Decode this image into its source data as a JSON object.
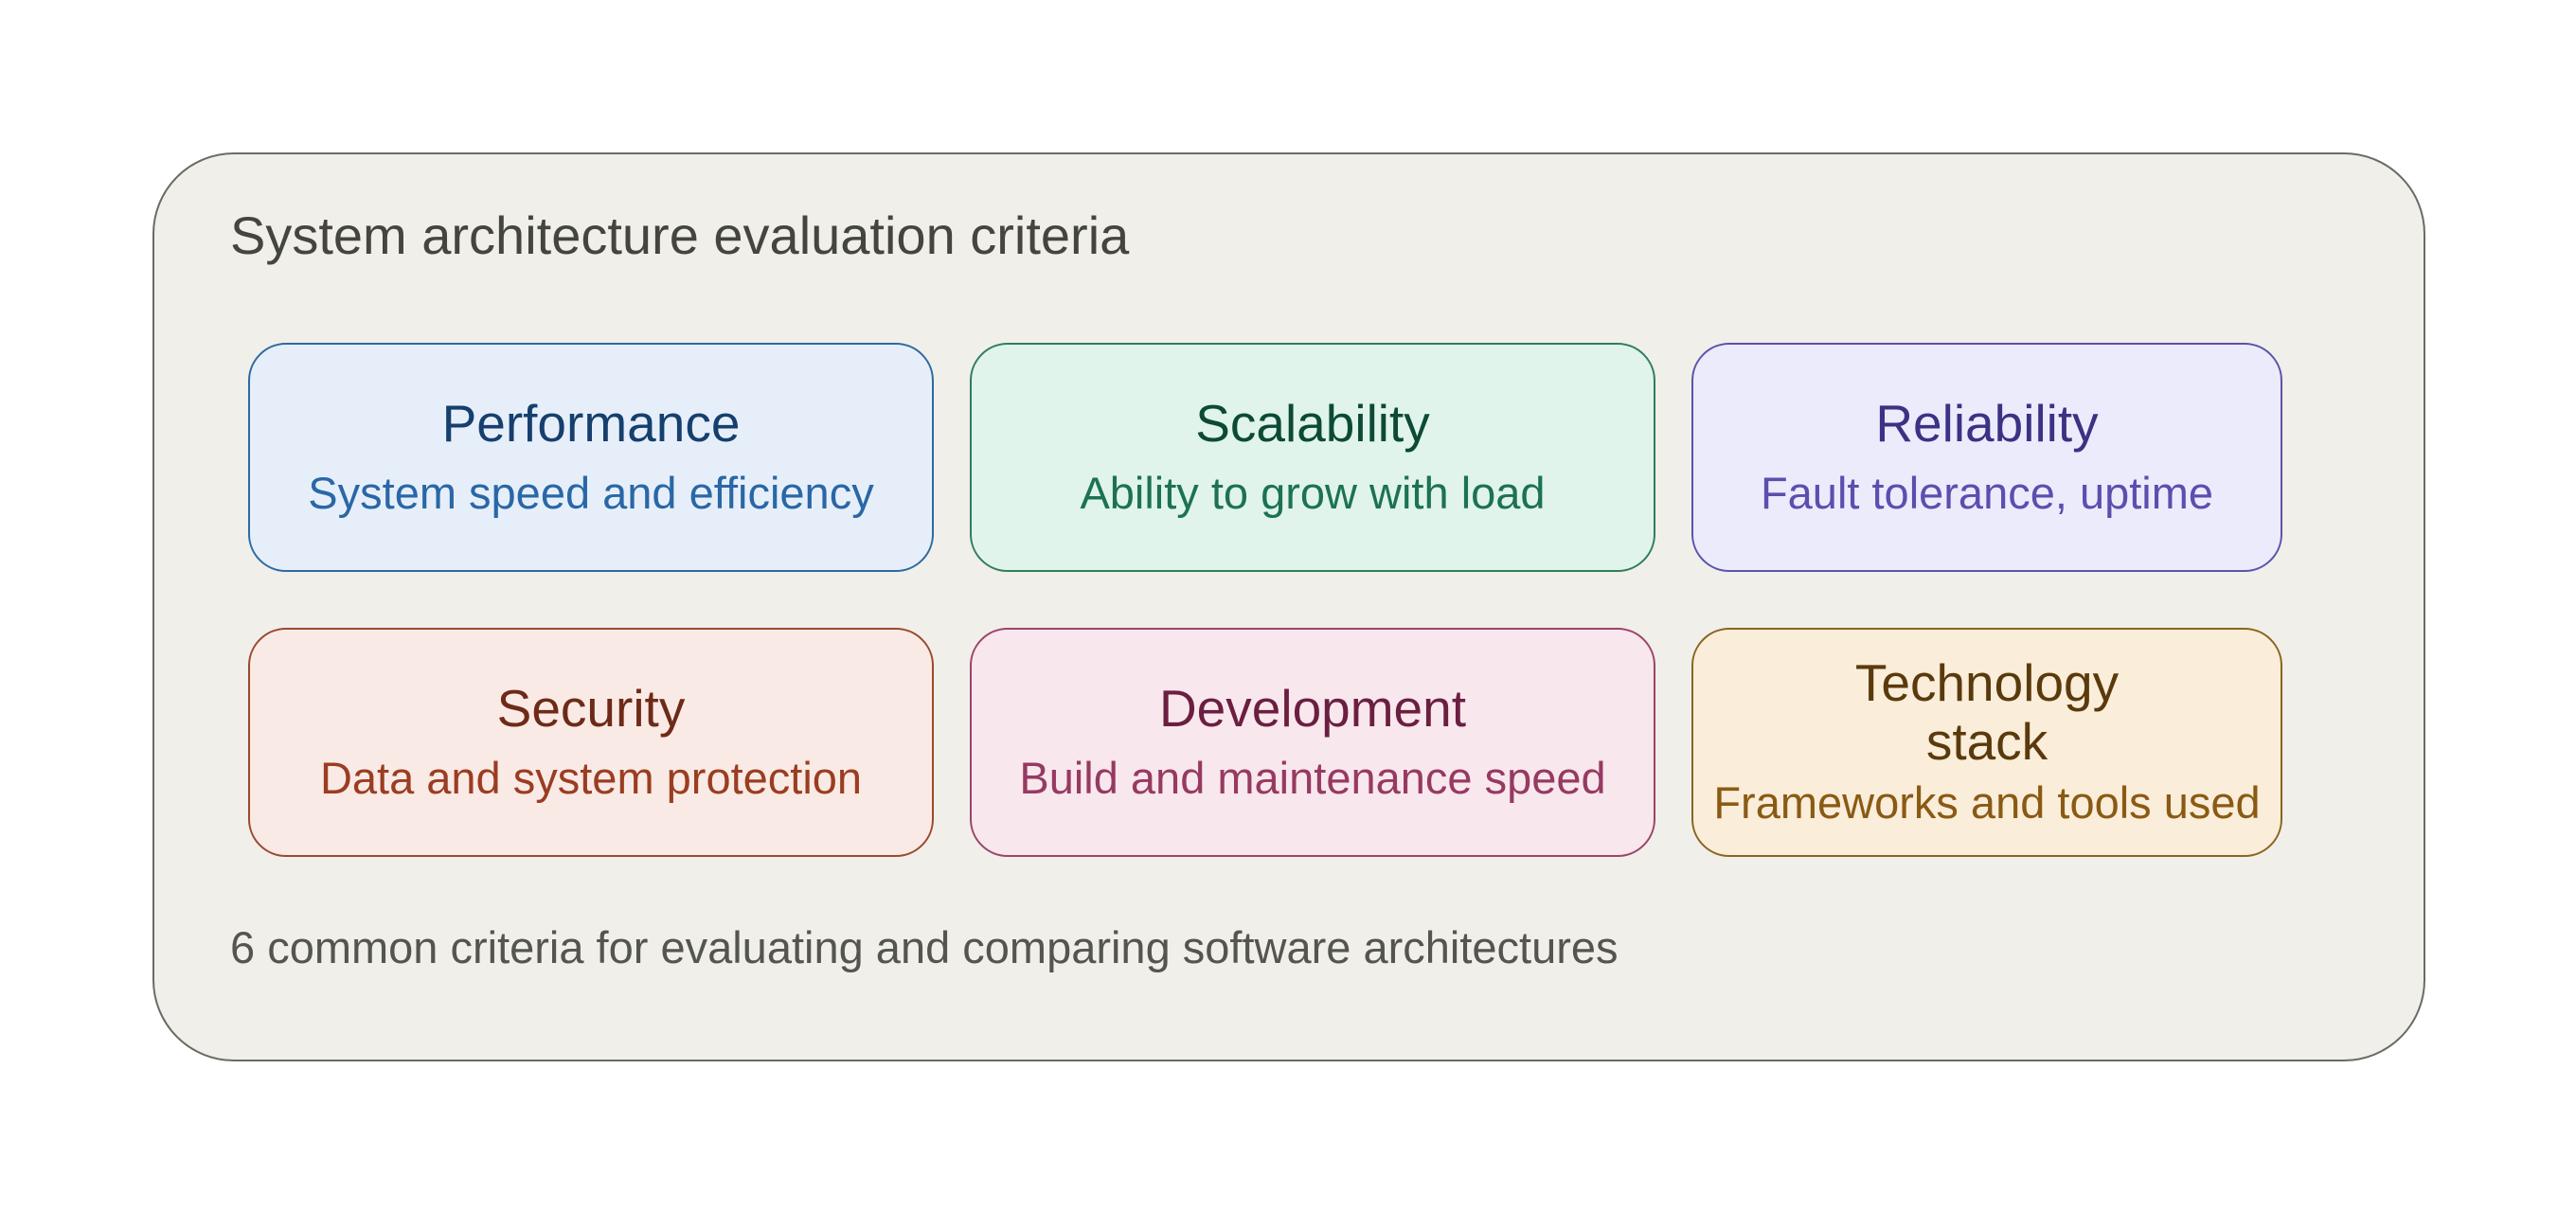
{
  "title": "System architecture evaluation criteria",
  "caption": "6 common criteria for evaluating and comparing software architectures",
  "criteria": [
    {
      "title": "Performance",
      "description": "System speed and efficiency",
      "bg": "#e6eff9",
      "border": "#2e6aa0",
      "title_color": "#163f6e",
      "desc_color": "#2a67a6"
    },
    {
      "title": "Scalability",
      "description": "Ability to grow with load",
      "bg": "#e0f4ec",
      "border": "#2f7e5d",
      "title_color": "#0d4a35",
      "desc_color": "#1c7253"
    },
    {
      "title": "Reliability",
      "description": "Fault tolerance, uptime",
      "bg": "#ecebfc",
      "border": "#5b54ab",
      "title_color": "#3a3283",
      "desc_color": "#5a4fae"
    },
    {
      "title": "Security",
      "description": "Data and system protection",
      "bg": "#faeae5",
      "border": "#9a4a2e",
      "title_color": "#6e2a18",
      "desc_color": "#9a3d22"
    },
    {
      "title": "Development",
      "description": "Build and maintenance speed",
      "bg": "#f9e7ee",
      "border": "#9c4468",
      "title_color": "#6b1f40",
      "desc_color": "#963a61"
    },
    {
      "title": "Technology\nstack",
      "description": "Frameworks and tools used",
      "bg": "#faedd9",
      "border": "#8b6420",
      "title_color": "#5a3a0c",
      "desc_color": "#8a5a14"
    }
  ]
}
